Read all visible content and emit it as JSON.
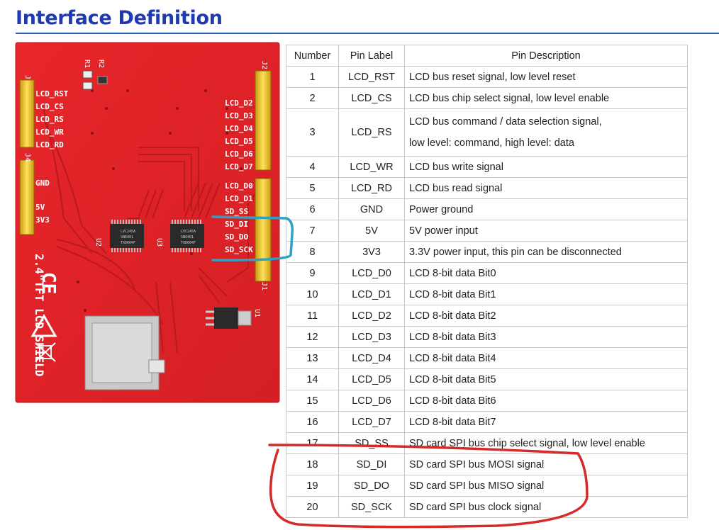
{
  "page": {
    "title": "Interface Definition"
  },
  "board": {
    "name": "2.4\"TFT LCD SHIELD",
    "left_pins": [
      "LCD_RST",
      "LCD_CS",
      "LCD_RS",
      "LCD_WR",
      "LCD_RD",
      "GND",
      "5V",
      "3V3"
    ],
    "right_pins": [
      "LCD_D2",
      "LCD_D3",
      "LCD_D4",
      "LCD_D5",
      "LCD_D6",
      "LCD_D7",
      "LCD_D0",
      "LCD_D1",
      "SD_SS",
      "SD_DI",
      "SD_DO",
      "SD_SCK"
    ],
    "connectors": [
      "J3",
      "J4",
      "J2",
      "J1"
    ],
    "resistors": [
      "R1",
      "R2"
    ],
    "chips": [
      "U2",
      "U3",
      "U1"
    ],
    "chip_text": [
      "LVC245A",
      "SN6401",
      "TXD604F"
    ],
    "marks": [
      "CE"
    ]
  },
  "table": {
    "headers": [
      "Number",
      "Pin Label",
      "Pin Description"
    ],
    "rows": [
      {
        "num": "1",
        "label": "LCD_RST",
        "desc": "LCD bus reset signal, low level reset"
      },
      {
        "num": "2",
        "label": "LCD_CS",
        "desc": "LCD bus chip select signal, low level enable"
      },
      {
        "num": "3",
        "label": "LCD_RS",
        "desc": "LCD bus command / data selection signal,",
        "desc2": "low level: command, high level: data"
      },
      {
        "num": "4",
        "label": "LCD_WR",
        "desc": "LCD bus write signal"
      },
      {
        "num": "5",
        "label": "LCD_RD",
        "desc": "LCD bus read signal"
      },
      {
        "num": "6",
        "label": "GND",
        "desc": "Power ground"
      },
      {
        "num": "7",
        "label": "5V",
        "desc": "5V power input"
      },
      {
        "num": "8",
        "label": "3V3",
        "desc": "3.3V power input, this pin can be disconnected"
      },
      {
        "num": "9",
        "label": "LCD_D0",
        "desc": "LCD 8-bit data Bit0"
      },
      {
        "num": "10",
        "label": "LCD_D1",
        "desc": "LCD 8-bit data Bit1"
      },
      {
        "num": "11",
        "label": "LCD_D2",
        "desc": "LCD 8-bit data Bit2"
      },
      {
        "num": "12",
        "label": "LCD_D3",
        "desc": "LCD 8-bit data Bit3"
      },
      {
        "num": "13",
        "label": "LCD_D4",
        "desc": "LCD 8-bit data Bit4"
      },
      {
        "num": "14",
        "label": "LCD_D5",
        "desc": "LCD 8-bit data Bit5"
      },
      {
        "num": "15",
        "label": "LCD_D6",
        "desc": "LCD 8-bit data Bit6"
      },
      {
        "num": "16",
        "label": "LCD_D7",
        "desc": "LCD 8-bit data Bit7"
      },
      {
        "num": "17",
        "label": "SD_SS",
        "desc": "SD card SPI bus chip select signal, low level enable"
      },
      {
        "num": "18",
        "label": "SD_DI",
        "desc": "SD card SPI bus MOSI signal"
      },
      {
        "num": "19",
        "label": "SD_DO",
        "desc": "SD card SPI bus MISO signal"
      },
      {
        "num": "20",
        "label": "SD_SCK",
        "desc": "SD card SPI bus clock signal"
      }
    ]
  },
  "annotations": {
    "blue_color": "#2aa3c4",
    "red_color": "#d42a2a"
  }
}
